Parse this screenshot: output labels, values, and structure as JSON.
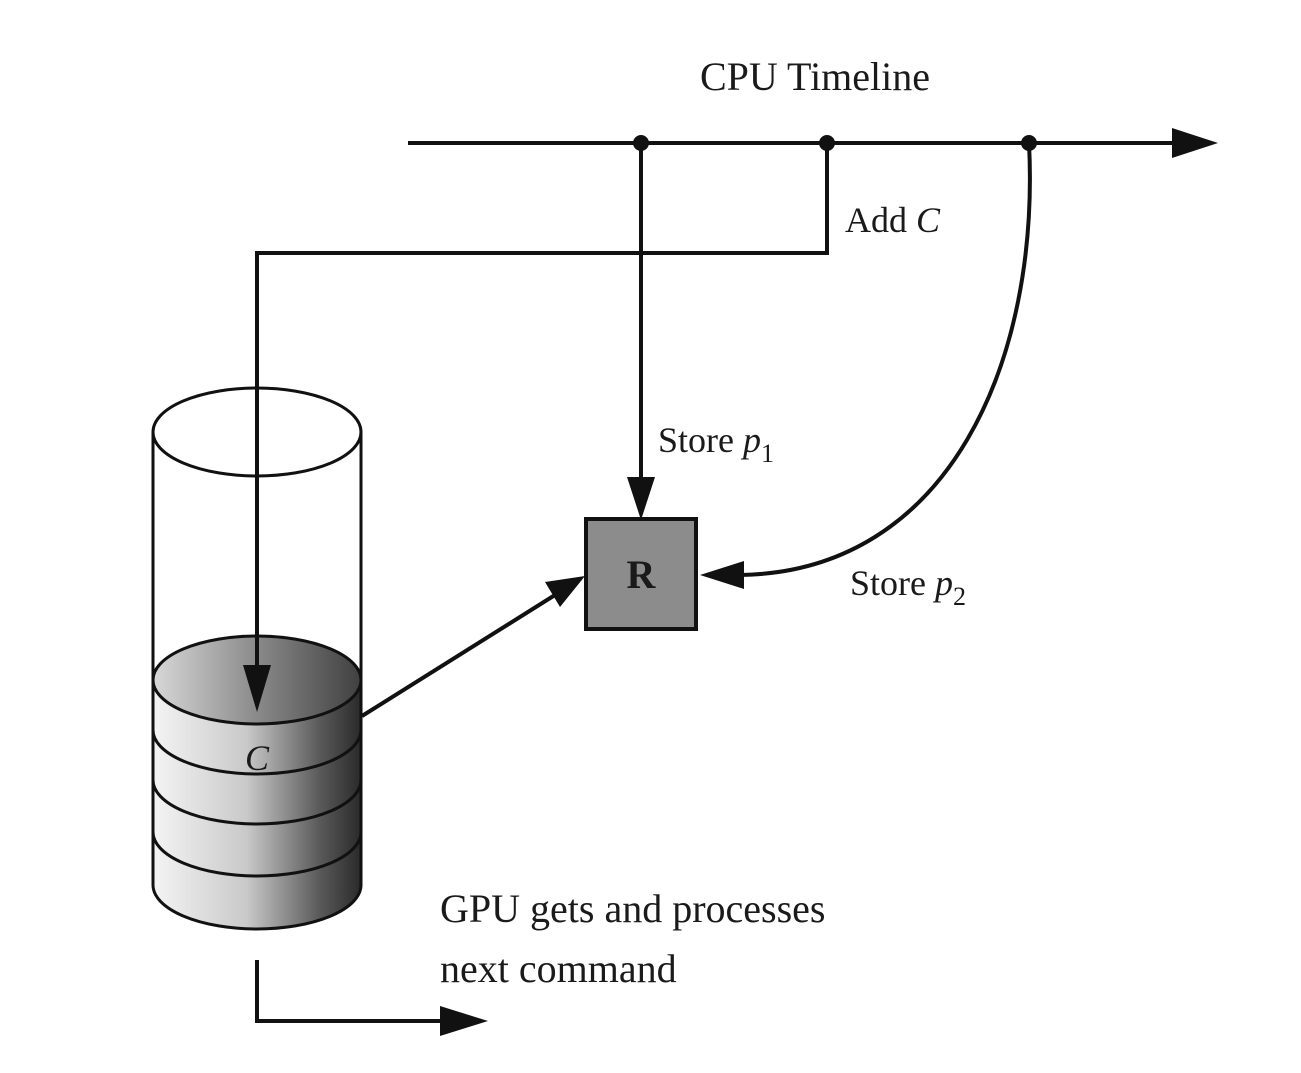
{
  "diagram": {
    "cpu_timeline_label": "CPU Timeline",
    "add_label": "Add",
    "add_var": "C",
    "store1_label": "Store",
    "store1_var": "p",
    "store1_sub": "1",
    "store2_label": "Store",
    "store2_var": "p",
    "store2_sub": "2",
    "register_label": "R",
    "buffer_item_label": "C",
    "gpu_line1": "GPU gets and processes",
    "gpu_line2": "next command"
  }
}
